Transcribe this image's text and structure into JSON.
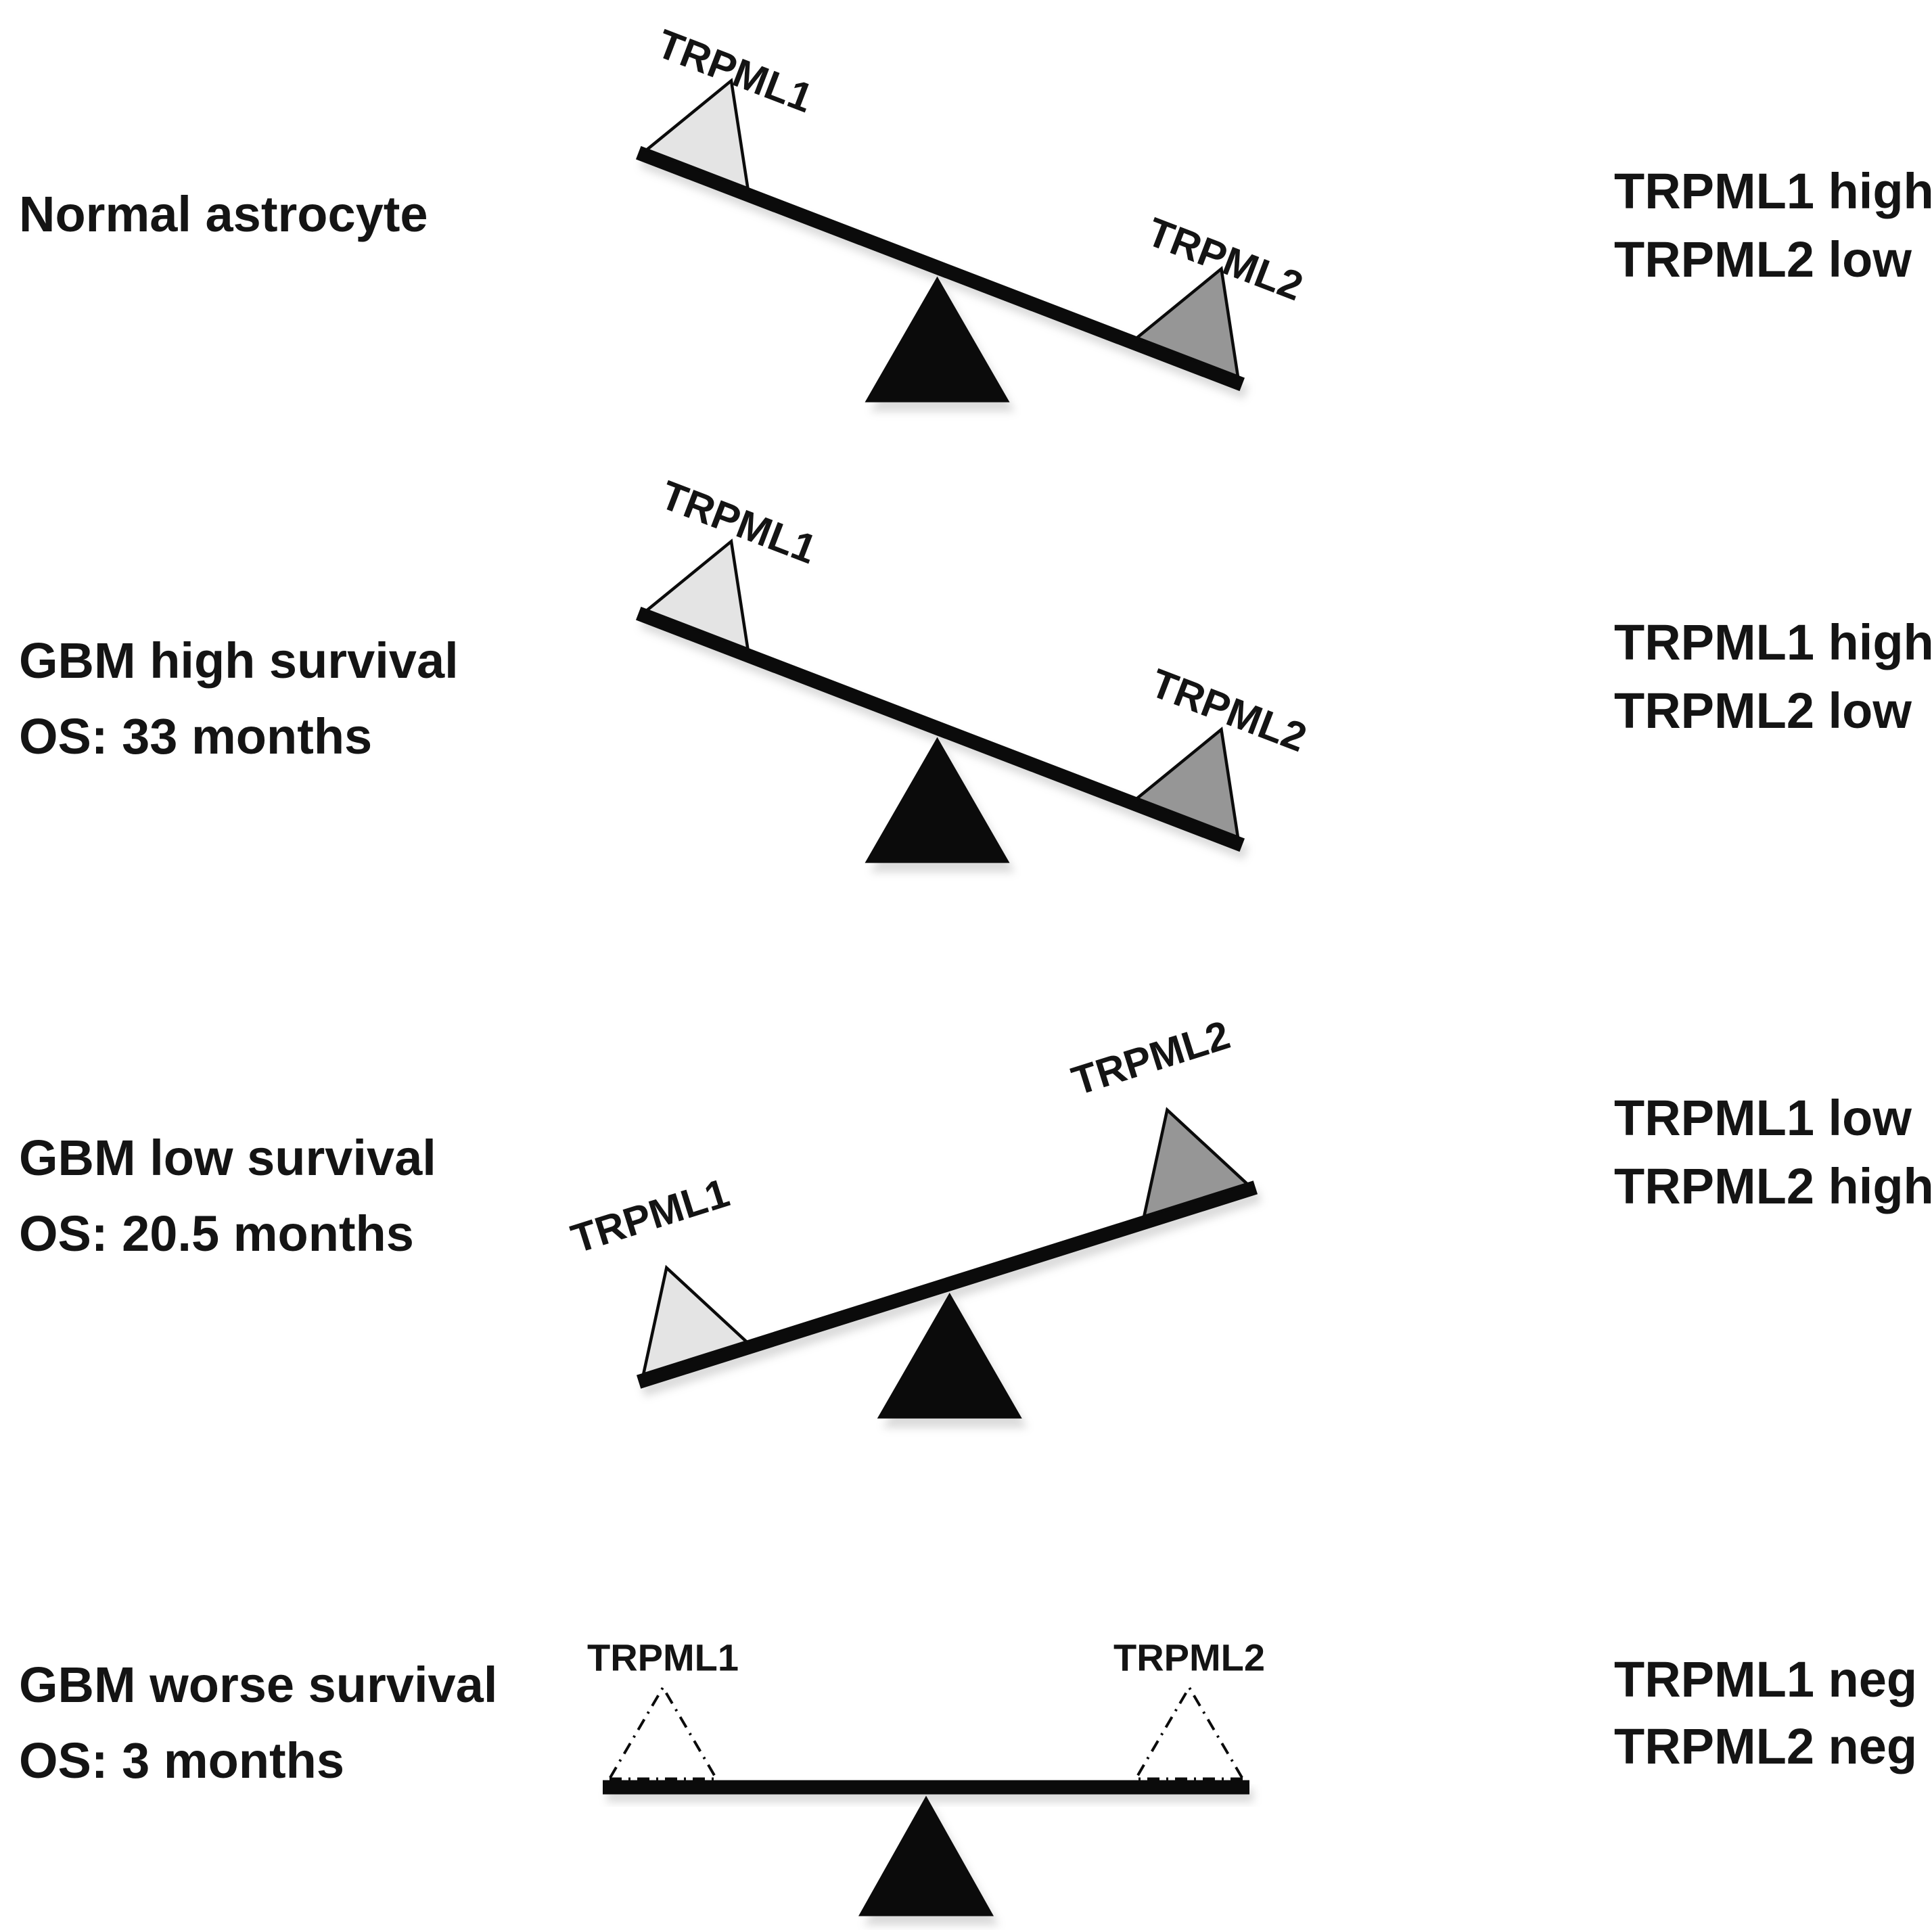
{
  "figure": {
    "background": "#ffffff",
    "colors": {
      "ink": "#0b0b0b",
      "text": "#161616",
      "trpml1_fill": "#e4e4e4",
      "trpml2_fill": "#969696",
      "neg_fill": "#ffffff",
      "shadow": "#a6a6a6"
    },
    "rows": [
      {
        "id": "normal-astrocyte",
        "label_lines": [
          "Normal astrocyte"
        ],
        "tilt": "left-up",
        "left_triangle": {
          "label": "TRPML1",
          "style": "solid",
          "tone": "light"
        },
        "right_triangle": {
          "label": "TRPML2",
          "style": "solid",
          "tone": "dark"
        },
        "summary_lines": [
          "TRPML1 high",
          "TRPML2 low"
        ]
      },
      {
        "id": "gbm-high-survival",
        "label_lines": [
          "GBM high survival",
          "OS: 33 months"
        ],
        "tilt": "left-up",
        "left_triangle": {
          "label": "TRPML1",
          "style": "solid",
          "tone": "light"
        },
        "right_triangle": {
          "label": "TRPML2",
          "style": "solid",
          "tone": "dark"
        },
        "summary_lines": [
          "TRPML1 high",
          "TRPML2 low"
        ]
      },
      {
        "id": "gbm-low-survival",
        "label_lines": [
          "GBM low survival",
          "OS: 20.5 months"
        ],
        "tilt": "right-up",
        "left_triangle": {
          "label": "TRPML1",
          "style": "solid",
          "tone": "light"
        },
        "right_triangle": {
          "label": "TRPML2",
          "style": "solid",
          "tone": "dark"
        },
        "summary_lines": [
          "TRPML1 low",
          "TRPML2 high"
        ]
      },
      {
        "id": "gbm-worse-survival",
        "label_lines": [
          "GBM worse survival",
          "OS: 3 months"
        ],
        "tilt": "balanced",
        "left_triangle": {
          "label": "TRPML1",
          "style": "dashed",
          "tone": "neg"
        },
        "right_triangle": {
          "label": "TRPML2",
          "style": "dashed",
          "tone": "neg"
        },
        "summary_lines": [
          "TRPML1 neg",
          "TRPML2 neg"
        ]
      }
    ]
  }
}
